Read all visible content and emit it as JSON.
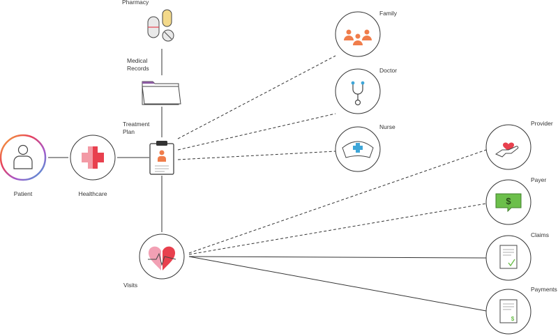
{
  "labels": {
    "pharmacy": "Pharmacy",
    "medical_records": "Medical\nRecords",
    "treatment_plan": "Treatment\nPlan",
    "patient": "Patient",
    "healthcare": "Healthcare",
    "visits": "Visits",
    "family": "Family",
    "doctor": "Doctor",
    "nurse": "Nurse",
    "provider": "Provider",
    "payer": "Payer",
    "claims": "Claims",
    "payments": "Payments"
  },
  "icons": {
    "patient": "person-icon",
    "healthcare": "medical-cross-icon",
    "treatment_plan": "clipboard-icon",
    "visits": "heartbeat-icon",
    "pharmacy": "pills-icon",
    "medical_records": "folder-icon",
    "family": "family-icon",
    "doctor": "stethoscope-icon",
    "nurse": "nurse-cap-icon",
    "provider": "hand-heart-icon",
    "payer": "money-message-icon",
    "claims": "claim-document-icon",
    "payments": "payment-document-icon"
  },
  "colors": {
    "line": "#333333",
    "accent_red": "#e8404e",
    "accent_pink": "#f2a0b4",
    "accent_orange": "#f07d4b",
    "accent_green": "#6cbf4b",
    "accent_blue": "#3ea6d8",
    "folder_purple": "#8a5aa0"
  }
}
